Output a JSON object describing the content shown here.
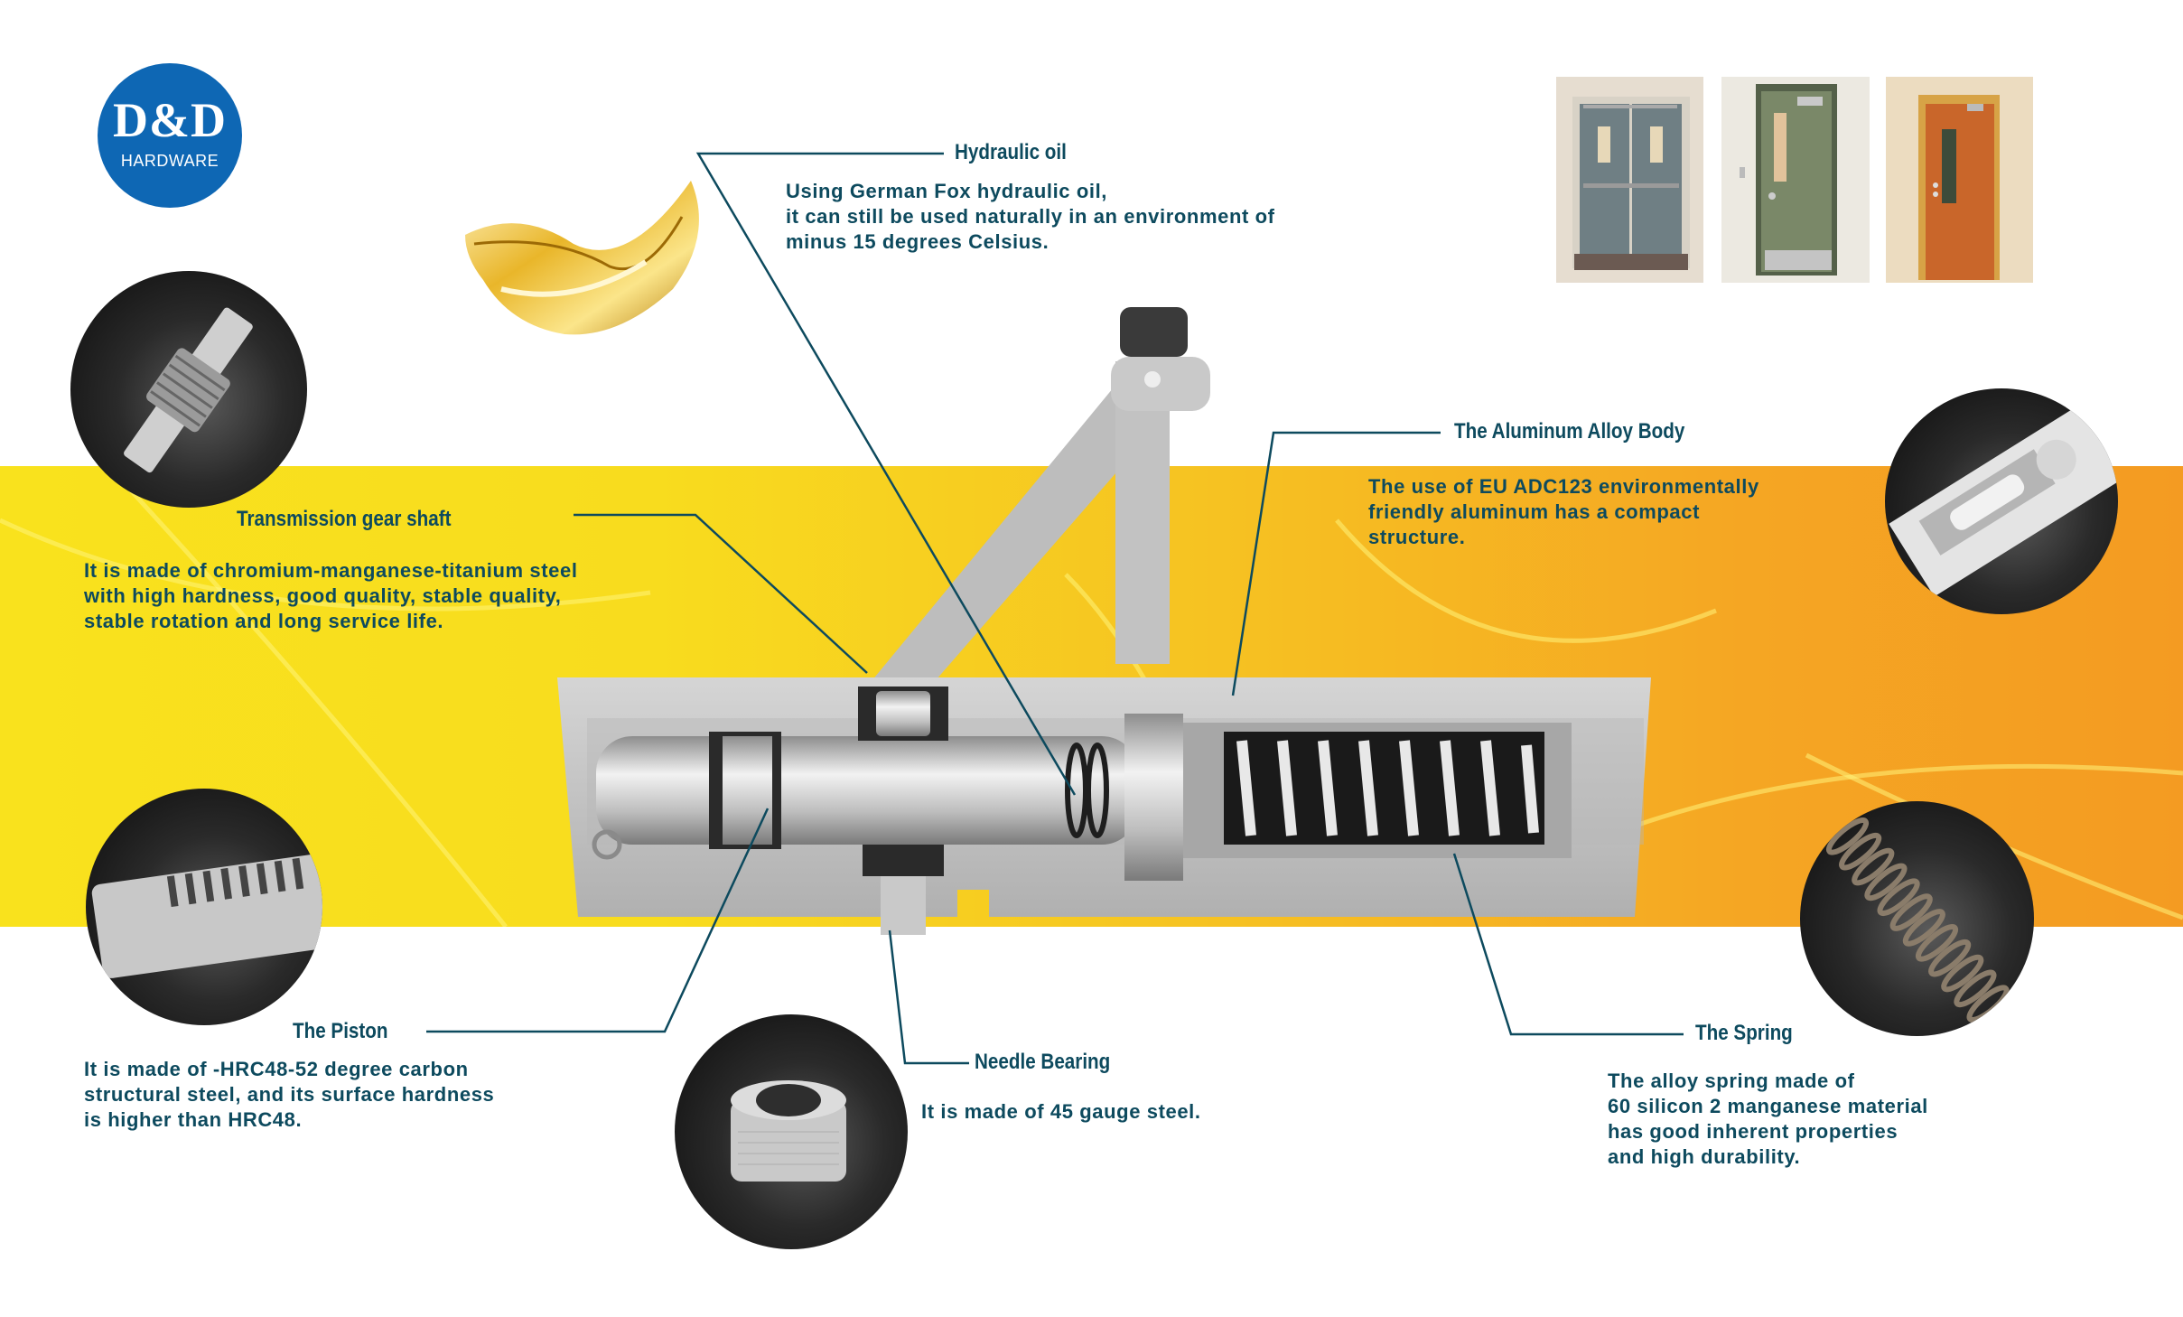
{
  "brand": {
    "logo_main": "D&D",
    "logo_sub": "HARDWARE",
    "logo_color": "#0e67b4"
  },
  "colors": {
    "text": "#0d4a5e",
    "band_start": "#f9e21d",
    "band_end": "#f49b22",
    "metal": "#b9b9b9"
  },
  "components": {
    "hydraulic_oil": {
      "title": "Hydraulic oil",
      "lines": [
        "Using German Fox hydraulic oil,",
        "it can still be used naturally in an environment of",
        "minus 15 degrees Celsius."
      ]
    },
    "aluminum_body": {
      "title": "The Aluminum Alloy Body",
      "lines": [
        "The use of EU ADC123 environmentally",
        "friendly aluminum has a compact",
        "structure."
      ]
    },
    "gear_shaft": {
      "title": "Transmission gear shaft",
      "lines": [
        "It is made of chromium-manganese-titanium steel",
        "with high hardness, good quality, stable quality,",
        "stable rotation and long service life."
      ]
    },
    "piston": {
      "title": "The Piston",
      "lines": [
        "It is made of -HRC48-52 degree carbon",
        "structural steel, and its surface hardness",
        "is higher than HRC48."
      ]
    },
    "needle_bearing": {
      "title": "Needle Bearing",
      "lines": [
        "It is made of 45 gauge steel."
      ]
    },
    "spring": {
      "title": "The Spring",
      "lines": [
        "The alloy spring made of",
        "60 silicon 2 manganese material",
        "has good inherent properties",
        "and high durability."
      ]
    }
  },
  "images": {
    "door_photos": [
      "double-grey-fire-door",
      "green-single-door",
      "wood-veneer-door"
    ],
    "detail_circles": [
      "gear-shaft",
      "aluminum-body-casting",
      "piston",
      "needle-bearing",
      "spring"
    ],
    "hydraulic_oil_splash": "golden-oil-splash",
    "main_product": "door-closer-cutaway"
  }
}
